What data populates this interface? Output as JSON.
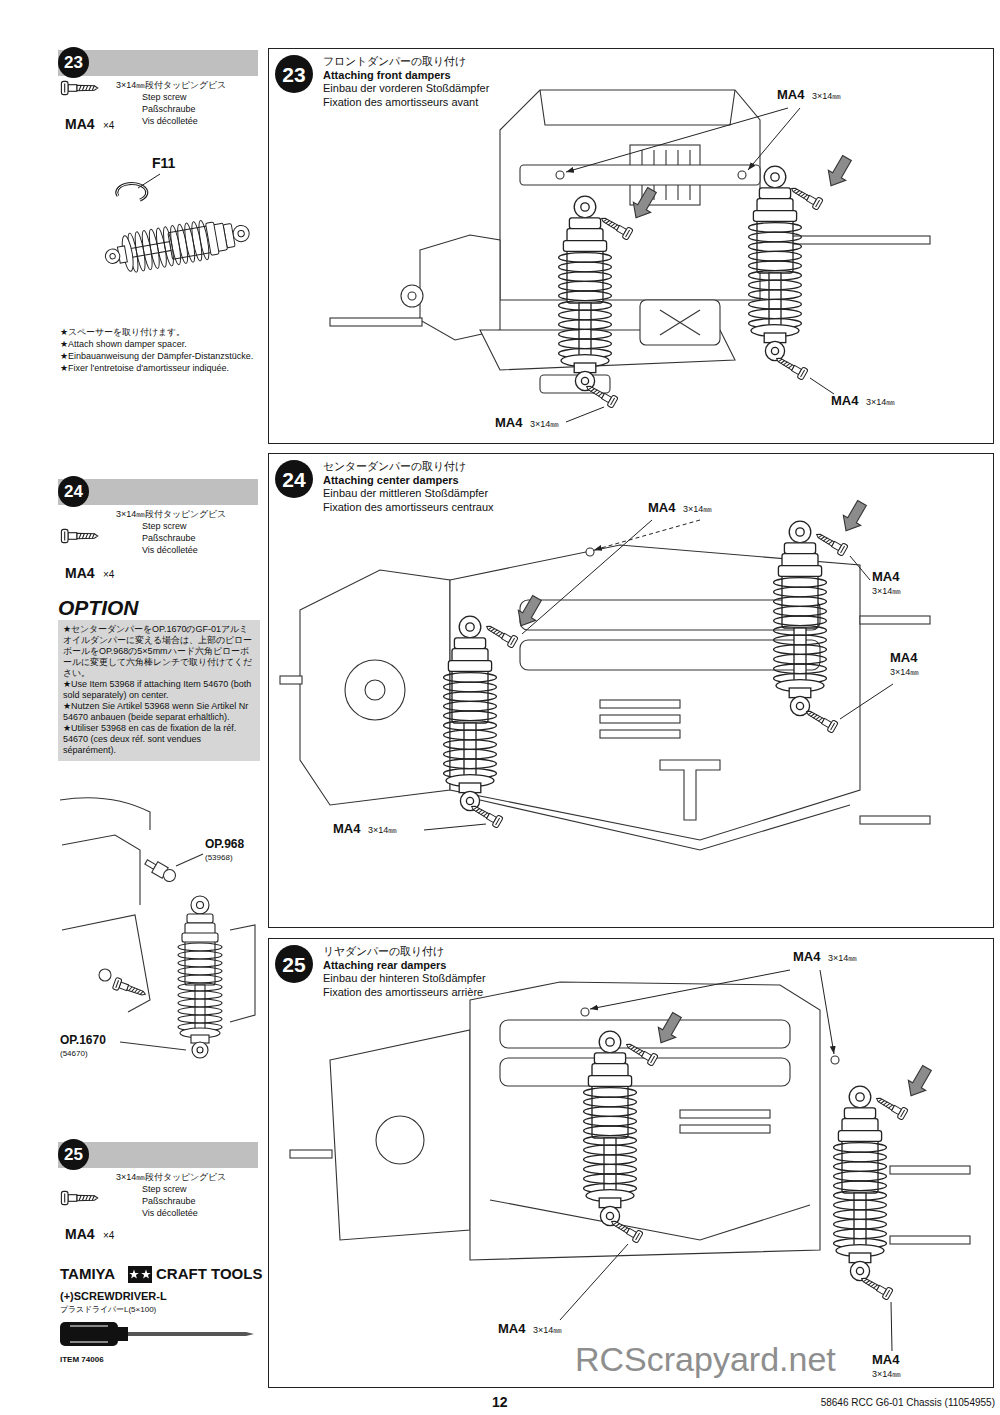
{
  "diagram": {
    "nodes": [
      {
        "text": [
          "23"
        ]
      },
      {
        "text": [
          "フロントダンパーの取り付け",
          "Attaching front dampers",
          "Einbau der vorderen Stoßdämpfer",
          "Fixation des amortisseurs avant"
        ]
      },
      {
        "text": [
          "23"
        ],
        "in": 1
      },
      {
        "text": [
          "24"
        ]
      },
      {
        "text": [
          "OPTION",
          "★センターダンパーをOP.1670のGF-01アルミオイルダンパーに変える場合は、上部のピローボールをOP.968の5×5mmハード六角ピローボールに変更して六角棒レンチで取り付けてください。",
          "★Use Item 53968 if attaching Item 54670 (both sold separately) on center.",
          "★Nutzen Sie Artikel 53968 wenn Sie Artikel Nr 54670 anbauen (beide separat erhältlich).",
          "★Utiliser 53968 en cas de fixation de la réf. 54670 (ces deux réf. sont vendues séparément)."
        ]
      },
      {
        "text": [
          "センターダンパーの取り付け",
          "Attaching center dampers",
          "Einbau der mittleren Stoßdämpfer",
          "Fixation des amortisseurs centraux"
        ]
      },
      {
        "text": [
          "24"
        ],
        "in": 5
      },
      {
        "text": [
          "25"
        ]
      },
      {
        "text": [
          "リヤダンパーの取り付け",
          "Attaching rear dampers",
          "Einbau der hinteren Stoßdämpfer",
          "Fixation des amortisseurs arrière"
        ]
      },
      {
        "text": [
          "25"
        ],
        "in": 8
      }
    ],
    "labels": [
      "3×14㎜段付タッピングビス",
      "Step screw",
      "Paßschraube",
      "Vis décolletée",
      "MA4",
      "×4",
      "F11",
      "★スペーサーを取り付けます。",
      "★Attach shown damper spacer.",
      "★Einbauanweisung der Dämpfer-Distanzstücke.",
      "★Fixer l'entretoise d'amortisseur indiquée.",
      "MA4",
      "3×14㎜",
      "MA4",
      "3×14㎜",
      "MA4",
      "3×14㎜",
      "3×14㎜段付タッピングビス",
      "Step screw",
      "Paßschraube",
      "Vis décolletée",
      "MA4",
      "×4",
      "MA4",
      "3×14㎜",
      "MA4",
      "3×14㎜",
      "MA4",
      "3×14㎜",
      "MA4",
      "3×14㎜",
      "OP.968",
      "(53968)",
      "OP.1670",
      "(54670)",
      "3×14㎜段付タッピングビス",
      "Step screw",
      "Paßschraube",
      "Vis décolletée",
      "MA4",
      "×4",
      "MA4",
      "3×14㎜",
      "MA4",
      "3×14㎜",
      "MA4",
      "3×14㎜",
      "TAMIYA",
      "CRAFT TOOLS",
      "(+)SCREWDRIVER-L",
      "プラスドライバーL(5×100)",
      "ITEM 74006",
      "12",
      "58646 RCC G6-01 Chassis (11054955)",
      "RCScrapyard.net"
    ]
  }
}
